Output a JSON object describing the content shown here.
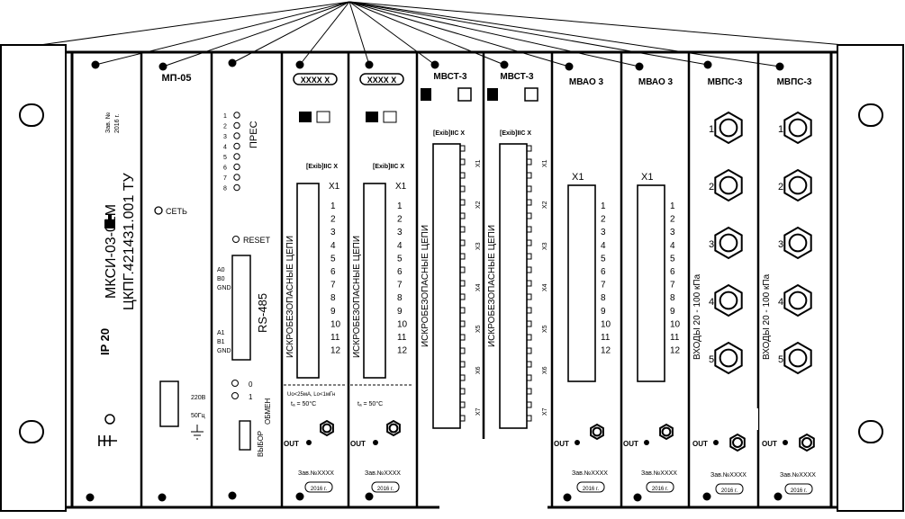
{
  "chassis": {
    "outer_labels": {
      "ip": "IP 20",
      "model": "МКСИ-03-01М",
      "spec": "ЦКПГ.421431.001 ТУ",
      "serial_small": "Зав. №",
      "year_small": "2016 г."
    }
  },
  "modules": [
    {
      "id": "mp05",
      "title": "МП-05",
      "led": "СЕТЬ",
      "power": "220В",
      "freq": "50Гц"
    },
    {
      "id": "mpi",
      "title": "",
      "reset": "RESET",
      "rs485": "RS-485",
      "pins_top": [
        "A0",
        "B0",
        "GND"
      ],
      "pins_bottom": [
        "A1",
        "B1",
        "GND"
      ],
      "leds": [
        "1",
        "2",
        "3",
        "4",
        "5",
        "6",
        "7",
        "8"
      ],
      "pres": "ПРЕС",
      "vybor": "ВЫБОР",
      "obmen": "ОБМЕН",
      "sw": [
        "0",
        "1"
      ]
    },
    {
      "id": "miv1",
      "title": "XXXX X",
      "exd": "[Exib]IIC X",
      "x1": "X1",
      "pins": [
        "1",
        "2",
        "3",
        "4",
        "5",
        "6",
        "7",
        "8",
        "9",
        "10",
        "11",
        "12"
      ],
      "side": "ИСКРОБЕЗОПАСНЫЕ ЦЕПИ",
      "params": "Uo<25мА, Lo<1мГн",
      "temp": "tₐ = 50°C",
      "out": "OUT",
      "serial": "Зав.№XXXX",
      "year": "2016 г."
    },
    {
      "id": "miv2",
      "title": "XXXX X",
      "exd": "[Exib]IIC X",
      "x1": "X1",
      "pins": [
        "1",
        "2",
        "3",
        "4",
        "5",
        "6",
        "7",
        "8",
        "9",
        "10",
        "11",
        "12"
      ],
      "side": "ИСКРОБЕЗОПАСНЫЕ ЦЕПИ",
      "temp": "tₐ = 50°C",
      "out": "OUT",
      "serial": "Зав.№XXXX",
      "year": "2016 г."
    },
    {
      "id": "mvst1",
      "title": "МВСТ-3",
      "exd": "[Exib]IIC X",
      "side": "ИСКРОБЕЗОПАСНЫЕ ЦЕПИ",
      "connectors": [
        "X1",
        "X2",
        "X3",
        "X4",
        "X5",
        "X6",
        "X7"
      ]
    },
    {
      "id": "mvst2",
      "title": "МВСТ-3",
      "exd": "[Exib]IIC X",
      "side": "ИСКРОБЕЗОПАСНЫЕ ЦЕПИ",
      "connectors": [
        "X1",
        "X2",
        "X3",
        "X4",
        "X5",
        "X6",
        "X7"
      ]
    },
    {
      "id": "mvao1",
      "title": "МВАО 3",
      "x1": "X1",
      "pins": [
        "1",
        "2",
        "3",
        "4",
        "5",
        "6",
        "7",
        "8",
        "9",
        "10",
        "11",
        "12"
      ],
      "out": "OUT",
      "serial": "Зав.№XXXX",
      "year": "2016 г."
    },
    {
      "id": "mvao2",
      "title": "МВАО 3",
      "x1": "X1",
      "pins": [
        "1",
        "2",
        "3",
        "4",
        "5",
        "6",
        "7",
        "8",
        "9",
        "10",
        "11",
        "12"
      ],
      "out": "OUT",
      "serial": "Зав.№XXXX",
      "year": "2016 г."
    },
    {
      "id": "mvps1",
      "title": "МВПС-3",
      "side": "ВХОДЫ 20 - 100 кПа",
      "inputs": [
        "1",
        "2",
        "3",
        "4",
        "5"
      ],
      "out": "OUT",
      "serial": "Зав.№XXXX",
      "year": "2016 г."
    },
    {
      "id": "mvps2",
      "title": "МВПС-3",
      "side": "ВХОДЫ 20 - 100 кПа",
      "inputs": [
        "1",
        "2",
        "3",
        "4",
        "5"
      ],
      "out": "OUT",
      "serial": "Зав.№XXXX",
      "year": "2016 г."
    }
  ]
}
